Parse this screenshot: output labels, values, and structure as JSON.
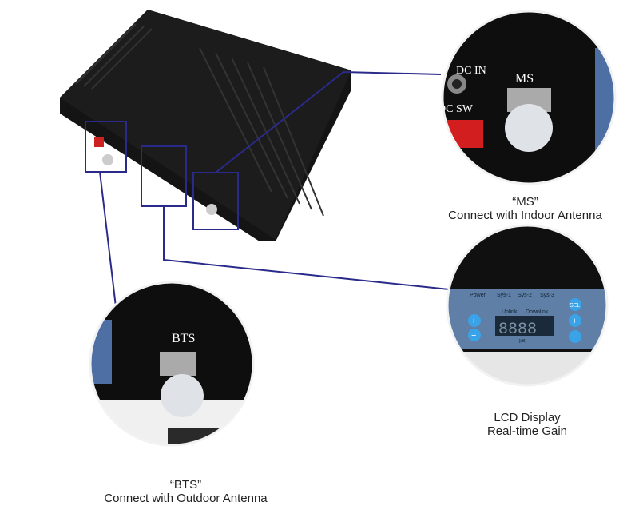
{
  "device": {
    "port_left_label": "BTS",
    "port_right_label": "MS"
  },
  "callouts": {
    "ms": {
      "title": "“MS”",
      "description": "Connect with Indoor Antenna",
      "label_port": "MS",
      "label_dc_in": "DC IN",
      "label_dc_sw": "DC SW"
    },
    "lcd": {
      "title": "LCD Display",
      "description": "Real-time Gain",
      "panel": {
        "power": "Power",
        "sys1": "Sys-1",
        "sys2": "Sys-2",
        "sys3": "Sys-3",
        "uplink": "Uplink",
        "downlink": "Downlink",
        "digits": "8888",
        "unit": "[dB]",
        "sel": "SEL",
        "plus": "+",
        "minus": "−"
      }
    },
    "bts": {
      "title": "“BTS”",
      "description": "Connect with Outdoor Antenna",
      "label_port": "BTS"
    }
  },
  "colors": {
    "line": "#2a2a8a",
    "panel": "#5f7fa6",
    "button": "#3aa3e8",
    "device": "#111111"
  }
}
